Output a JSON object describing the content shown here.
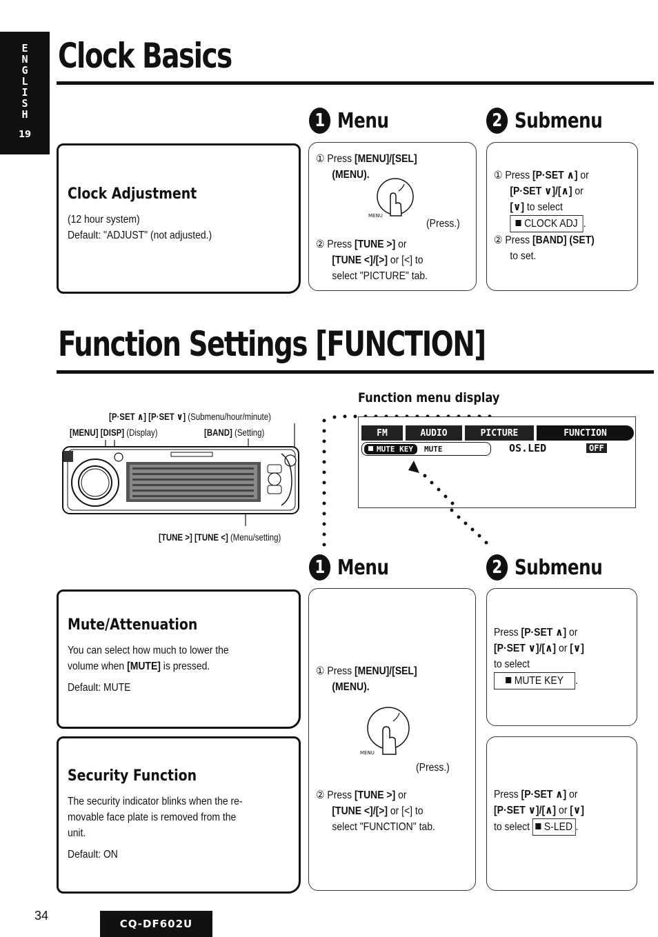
{
  "sidebar": {
    "letters": [
      "E",
      "N",
      "G",
      "L",
      "I",
      "S",
      "H"
    ],
    "page_number": "19"
  },
  "clock": {
    "title": "Clock Basics",
    "menu_heading": {
      "number": "1",
      "label": "Menu"
    },
    "submenu_heading": {
      "number": "2",
      "label": "Submenu"
    },
    "feature": {
      "title": "Clock Adjustment",
      "line1": "(12 hour system)",
      "line2": "Default: \"ADJUST\" (not adjusted.)"
    },
    "menu_step1_num": "①",
    "menu_step1_a": "Press ",
    "menu_step1_b": "[MENU]/[SEL]",
    "menu_step1_c": "(MENU).",
    "press": "(Press.)",
    "menu_step2_num": "②",
    "menu_step2_a": "Press ",
    "menu_step2_b": "[TUNE >]",
    "menu_step2_c": " or",
    "menu_step2_d": "[TUNE <]/[>]",
    "menu_step2_e": " or [<] to",
    "menu_step2_f": "select \"PICTURE\" tab.",
    "sub_step1_num": "①",
    "sub_step1_a": "Press ",
    "sub_step1_b": "[P·SET ∧]",
    "sub_step1_c": " or",
    "sub_step1_d": "[P·SET ∨]/[∧]",
    "sub_step1_e": " or",
    "sub_step1_f": "[∨]",
    "sub_step1_g": " to select",
    "sub_step1_sel": "CLOCK ADJ",
    "sub_step2_num": "②",
    "sub_step2_a": "Press ",
    "sub_step2_b": "[BAND] (SET)",
    "sub_step2_c": "to set."
  },
  "function": {
    "title": "Function Settings [FUNCTION]",
    "diagram": {
      "label_pset": "[P·SET ∧] [P·SET ∨]",
      "label_pset_desc": " (Submenu/hour/minute)",
      "label_menu": "[MENU] [DISP]",
      "label_disp_desc": " (Display)",
      "label_band": "[BAND]",
      "label_band_desc": " (Setting)",
      "label_tune": "[TUNE >] [TUNE <]",
      "label_tune_desc": " (Menu/setting)",
      "display_title": "Function menu display",
      "lcd_tabs": [
        "FM",
        "AUDIO",
        "PICTURE",
        "FUNCTION"
      ],
      "lcd_item": "MUTE KEY",
      "lcd_value": "MUTE",
      "lcd_right1": "OS.LED",
      "lcd_right2": "OFF"
    },
    "menu_heading": {
      "number": "1",
      "label": "Menu"
    },
    "submenu_heading": {
      "number": "2",
      "label": "Submenu"
    },
    "mute": {
      "title": "Mute/Attenuation",
      "line1": "You can select how much to lower the",
      "line2a": "volume when ",
      "line2b": "[MUTE]",
      "line2c": " is pressed.",
      "default": "Default: MUTE"
    },
    "security": {
      "title": "Security Function",
      "line1": "The security indicator blinks when the re-",
      "line2": "movable face plate is removed from the",
      "line3": "unit.",
      "default": "Default: ON"
    },
    "menu_step1_num": "①",
    "menu_step1_a": "Press ",
    "menu_step1_b": "[MENU]/[SEL]",
    "menu_step1_c": "(MENU).",
    "press": "(Press.)",
    "menu_step2_num": "②",
    "menu_step2_a": "Press ",
    "menu_step2_b": "[TUNE >]",
    "menu_step2_c": " or",
    "menu_step2_d": "[TUNE <]/[>]",
    "menu_step2_e": " or [<] to",
    "menu_step2_f": "select \"FUNCTION\" tab.",
    "mute_sub_a": "Press ",
    "mute_sub_b": "[P·SET ∧]",
    "mute_sub_c": " or",
    "mute_sub_d": "[P·SET ∨]/[∧]",
    "mute_sub_e": " or ",
    "mute_sub_f": "[∨]",
    "mute_sub_g": "to select",
    "mute_sub_sel": "MUTE KEY",
    "sec_sub_a": "Press ",
    "sec_sub_b": "[P·SET ∧]",
    "sec_sub_c": " or",
    "sec_sub_d": "[P·SET ∨]/[∧]",
    "sec_sub_e": " or ",
    "sec_sub_f": "[∨]",
    "sec_sub_g": "to select ",
    "sec_sub_sel": "S-LED"
  },
  "footer": {
    "page": "34",
    "model": "CQ-DF602U"
  }
}
